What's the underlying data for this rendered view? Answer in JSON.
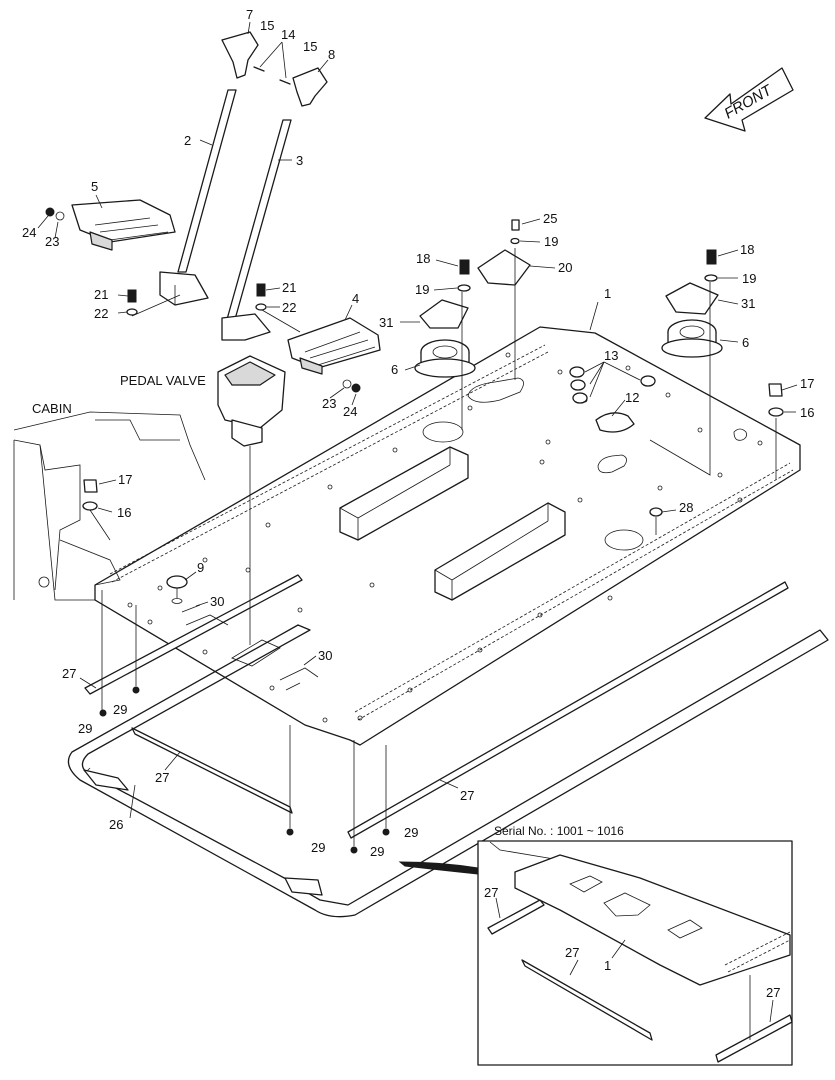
{
  "front_label": "FRONT",
  "pedal_valve_label": "PEDAL VALVE",
  "cabin_label": "CABIN",
  "inset_title": "Serial No. : 1001 ~ 1016",
  "callouts": {
    "c1": "1",
    "c2": "2",
    "c3": "3",
    "c4": "4",
    "c5": "5",
    "c6a": "6",
    "c6b": "6",
    "c7": "7",
    "c8": "8",
    "c9": "9",
    "c12": "12",
    "c13": "13",
    "c14": "14",
    "c15a": "15",
    "c15b": "15",
    "c16a": "16",
    "c16b": "16",
    "c17a": "17",
    "c17b": "17",
    "c18a": "18",
    "c18b": "18",
    "c19a": "19",
    "c19b": "19",
    "c19c": "19",
    "c20": "20",
    "c21a": "21",
    "c21b": "21",
    "c22a": "22",
    "c22b": "22",
    "c23a": "23",
    "c23b": "23",
    "c24a": "24",
    "c24b": "24",
    "c25": "25",
    "c26": "26",
    "c27a": "27",
    "c27b": "27",
    "c27c": "27",
    "c28": "28",
    "c29a": "29",
    "c29b": "29",
    "c29c": "29",
    "c29d": "29",
    "c29e": "29",
    "c30a": "30",
    "c30b": "30",
    "c31a": "31",
    "c31b": "31"
  },
  "inset_callouts": {
    "i27a": "27",
    "i27b": "27",
    "i27c": "27",
    "i1": "1"
  }
}
